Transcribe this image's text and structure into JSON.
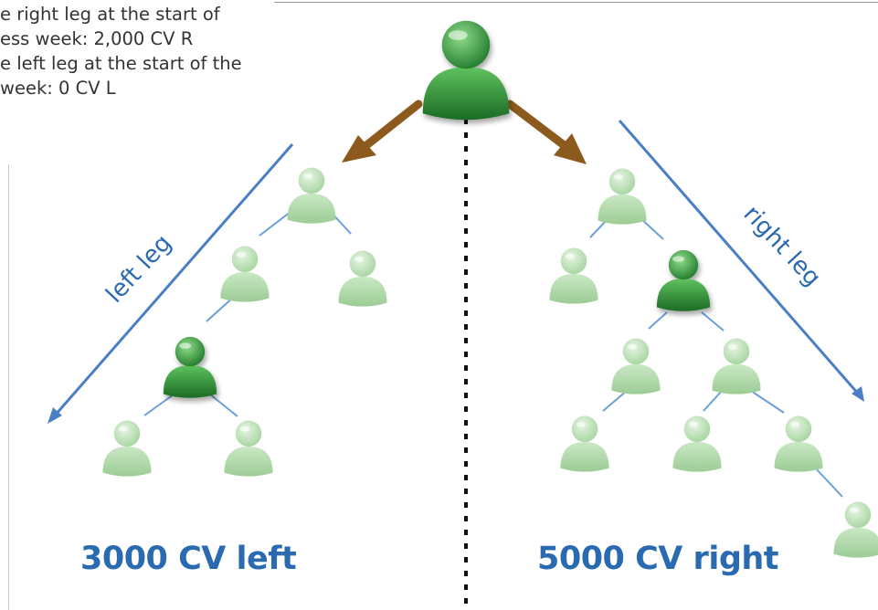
{
  "note": {
    "line1": "e right leg at the start of",
    "line2": "ess week: 2,000 CV R",
    "line3": "e left leg at the start of the",
    "line4": "week: 0 CV L"
  },
  "legs": {
    "left_label": "left leg",
    "right_label": "right leg"
  },
  "totals": {
    "left": "3000 CV left",
    "right": "5000 CV right"
  },
  "colors": {
    "accent_text": "#2a6ab0",
    "leg_arrow": "#4a7fc6",
    "split_arrow": "#8b5a1c",
    "connector": "#6a9fd8",
    "person_light": "#b7deb2",
    "person_dark": "#2f8a3a"
  },
  "icons": {
    "person": "person-icon",
    "person_highlight": "person-icon-highlighted"
  }
}
